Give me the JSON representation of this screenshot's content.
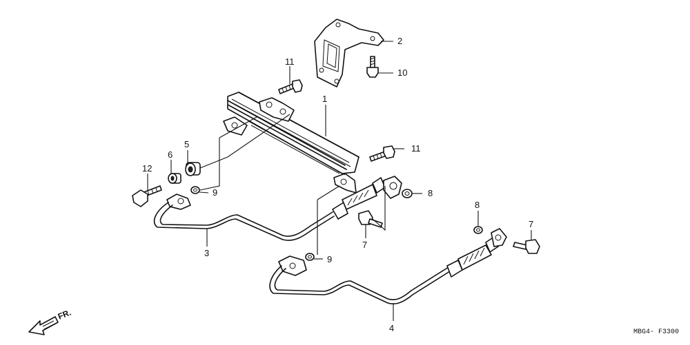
{
  "diagram": {
    "callouts": {
      "c1": "1",
      "c2": "2",
      "c3": "3",
      "c4": "4",
      "c5": "5",
      "c6": "6",
      "c7a": "7",
      "c7b": "7",
      "c8a": "8",
      "c8b": "8",
      "c9a": "9",
      "c9b": "9",
      "c10": "10",
      "c11a": "11",
      "c11b": "11",
      "c12": "12"
    },
    "front_label": "FR.",
    "diagram_code": "MBG4- F3300"
  }
}
